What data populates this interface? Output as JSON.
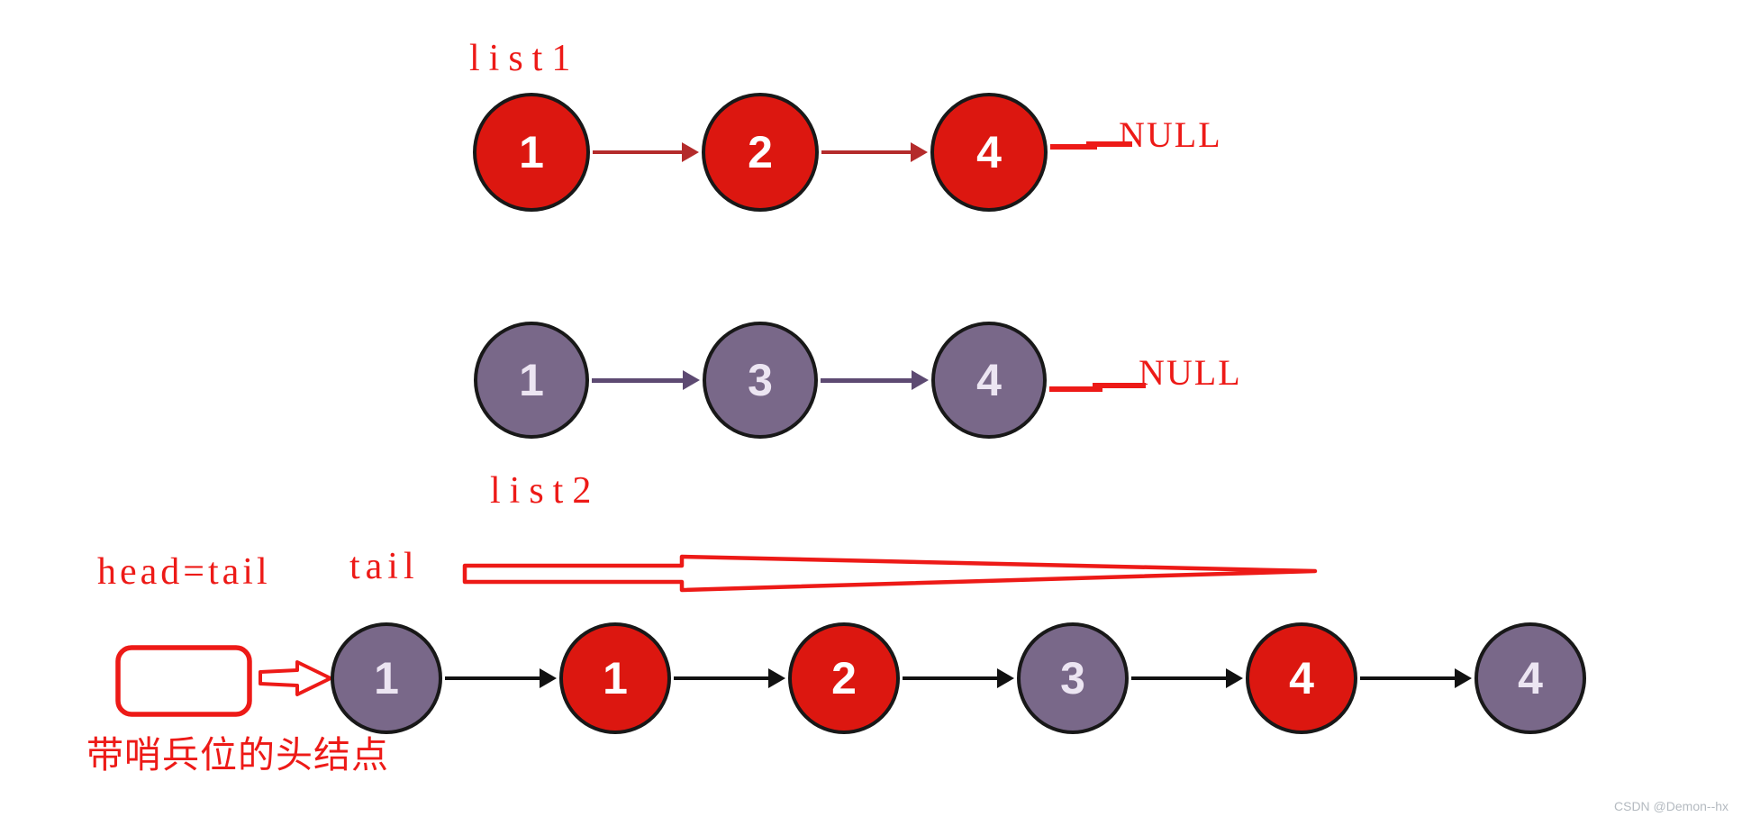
{
  "labels": {
    "list1": "list1",
    "list2": "list2",
    "head_tail": "head=tail",
    "tail": "tail",
    "sentinel_caption": "带哨兵位的头结点"
  },
  "lists": {
    "list1": {
      "nodes": [
        {
          "value": "1",
          "color": "red"
        },
        {
          "value": "2",
          "color": "red"
        },
        {
          "value": "4",
          "color": "red"
        }
      ],
      "terminator": "NULL",
      "arrow_color": "red_arrow"
    },
    "list2": {
      "nodes": [
        {
          "value": "1",
          "color": "purple"
        },
        {
          "value": "3",
          "color": "purple"
        },
        {
          "value": "4",
          "color": "purple"
        }
      ],
      "terminator": "NULL",
      "arrow_color": "purple_arrow"
    },
    "merged": {
      "nodes": [
        {
          "value": "1",
          "color": "purple"
        },
        {
          "value": "1",
          "color": "red"
        },
        {
          "value": "2",
          "color": "red"
        },
        {
          "value": "3",
          "color": "purple"
        },
        {
          "value": "4",
          "color": "red"
        },
        {
          "value": "4",
          "color": "purple"
        }
      ],
      "arrow_color": "black_arrow"
    }
  },
  "watermark": "CSDN @Demon--hx",
  "colors": {
    "red_node": "#dc1710",
    "purple_node": "#796889",
    "red_arrow": "#b42b2b",
    "purple_arrow": "#5d4a72",
    "black_arrow": "#111111",
    "annotation": "#ed1a17",
    "node_border": "#181818",
    "watermark": "#b4bac0"
  }
}
